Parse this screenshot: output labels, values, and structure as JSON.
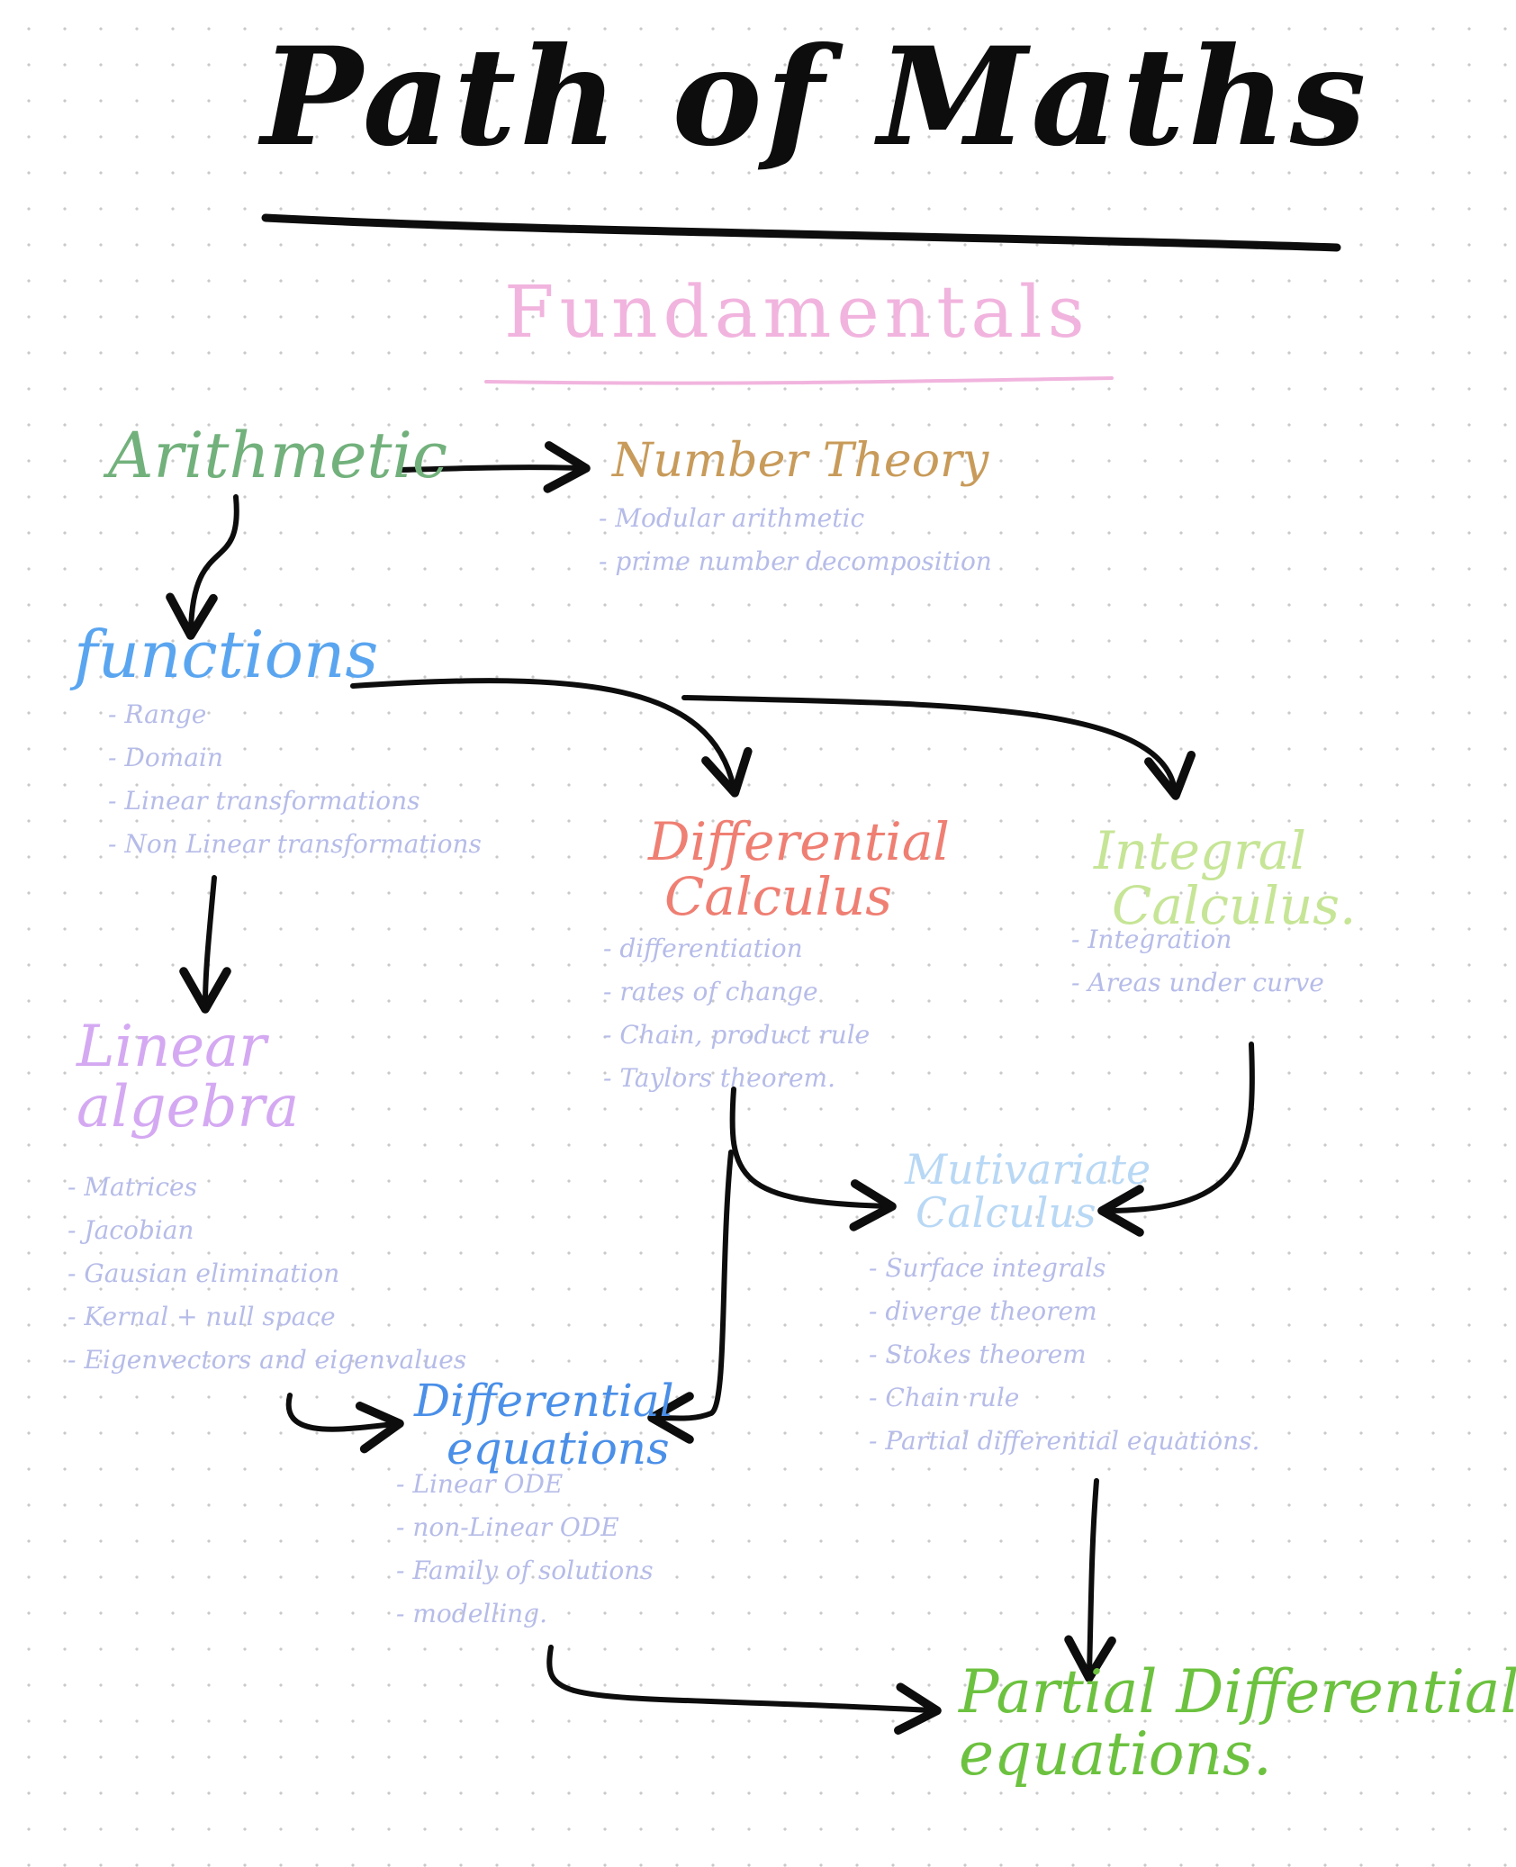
{
  "title": "Path of Maths",
  "subtitle": "Fundamentals",
  "nodes": {
    "arithmetic": {
      "title": "Arithmetic"
    },
    "number_theory": {
      "title": "Number Theory",
      "items": [
        "Modular arithmetic",
        "prime number decomposition"
      ]
    },
    "functions": {
      "title": "functions",
      "items": [
        "Range",
        "Domain",
        "Linear transformations",
        "Non Linear transformations"
      ]
    },
    "differential_calculus": {
      "title_line1": "Differential",
      "title_line2": "Calculus",
      "items": [
        "differentiation",
        "rates of change",
        "Chain, product rule",
        "Taylors theorem."
      ]
    },
    "integral_calculus": {
      "title_line1": "Integral",
      "title_line2": "Calculus.",
      "items": [
        "Integration",
        "Areas under curve"
      ]
    },
    "linear_algebra": {
      "title_line1": "Linear",
      "title_line2": "algebra",
      "items": [
        "Matrices",
        "Jacobian",
        "Gausian elimination",
        "Kernal + null space",
        "Eigenvectors and eigenvalues"
      ]
    },
    "multivariate_calculus": {
      "title_line1": "Mutivariate",
      "title_line2": "Calculus",
      "items": [
        "Surface integrals",
        "diverge theorem",
        "Stokes theorem",
        "Chain rule",
        "Partial differential equations."
      ]
    },
    "differential_equations": {
      "title_line1": "Differential",
      "title_line2": "equations",
      "items": [
        "Linear ODE",
        "non-Linear ODE",
        "Family of solutions",
        "modelling."
      ]
    },
    "pde": {
      "title_line1": "Partial Differential",
      "title_line2": "equations."
    }
  },
  "colors": {
    "ink": "#0d0d0d",
    "fundamentals": "#f1b4de",
    "arithmetic": "#72b17c",
    "number_theory": "#c89b5a",
    "functions": "#5aa5f0",
    "differential_calculus": "#ef7f73",
    "integral_calculus": "#c6e596",
    "linear_algebra": "#d4a9f2",
    "multivariate_calculus": "#b8d8f5",
    "differential_equations": "#4a8fe8",
    "pde": "#6cc23f",
    "items": "#b6bce8"
  }
}
